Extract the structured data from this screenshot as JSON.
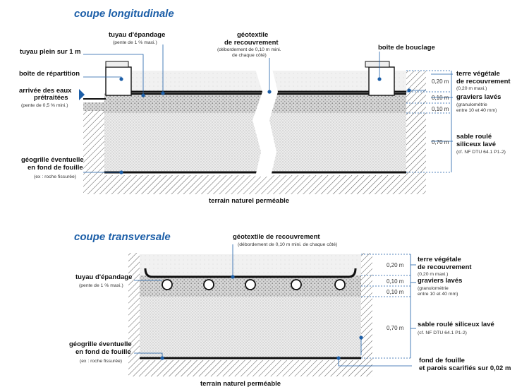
{
  "colors": {
    "accent": "#1d5fa8",
    "sand_fill": "#e9e9e9",
    "gravel_fill": "#cfcfcf",
    "soil_fill": "#eeeeee"
  },
  "longitudinal": {
    "title": "coupe longitudinale",
    "labels": {
      "tuyau_plein": "tuyau plein sur 1 m",
      "tuyau_epandage": "tuyau d'épandage",
      "tuyau_epandage_sub": "(pente de 1 % maxi.)",
      "geotextile_1": "géotextile",
      "geotextile_2": "de recouvrement",
      "geotextile_sub_1": "(débordement de 0,10 m mini.",
      "geotextile_sub_2": "de chaque côté)",
      "boite_bouclage": "boîte de bouclage",
      "boite_repartition": "boîte de répartition",
      "arrivee_1": "arrivée des eaux",
      "arrivee_2": "prétraitées",
      "arrivee_sub": "(pente de 0,5 % mini.)",
      "geogrille_1": "géogrille éventuelle",
      "geogrille_2": "en fond de fouille",
      "geogrille_sub": "(ex : roche fissurée)",
      "terrain": "terrain naturel perméable",
      "terre_1": "terre végétale",
      "terre_2": "de recouvrement",
      "terre_sub": "(0,20 m maxi.)",
      "graviers": "graviers lavés",
      "graviers_sub_1": "(granulométrie",
      "graviers_sub_2": "entre 10 et 40 mm)",
      "sable_1": "sable roulé",
      "sable_2": "siliceux lavé",
      "sable_sub": "(cf. NF DTU 64.1 P1-2)"
    },
    "dims": [
      "0,20 m",
      "0,10 m",
      "0,10 m",
      "0,70 m"
    ]
  },
  "transversal": {
    "title": "coupe transversale",
    "labels": {
      "geotextile": "géotextile de recouvrement",
      "geotextile_sub": "(débordement de 0,10 m mini. de chaque côté)",
      "tuyau_epandage": "tuyau d'épandage",
      "tuyau_epandage_sub": "(pente de 1 % maxi.)",
      "geogrille_1": "géogrille éventuelle",
      "geogrille_2": "en fond de fouille",
      "geogrille_sub": "(ex : roche fissurée)",
      "terrain": "terrain naturel perméable",
      "terre_1": "terre végétale",
      "terre_2": "de recouvrement",
      "terre_sub": "(0,20 m maxi.)",
      "graviers": "graviers lavés",
      "graviers_sub_1": "(granulométrie",
      "graviers_sub_2": "entre 10 et 40 mm)",
      "sable": "sable roulé siliceux lavé",
      "sable_sub": "(cf. NF DTU 64.1 P1-2)",
      "fond_1": "fond de fouille",
      "fond_2": "et parois scarifiés sur 0,02 m"
    },
    "dims": [
      "0,20 m",
      "0,10 m",
      "0,10 m",
      "0,70 m"
    ]
  }
}
